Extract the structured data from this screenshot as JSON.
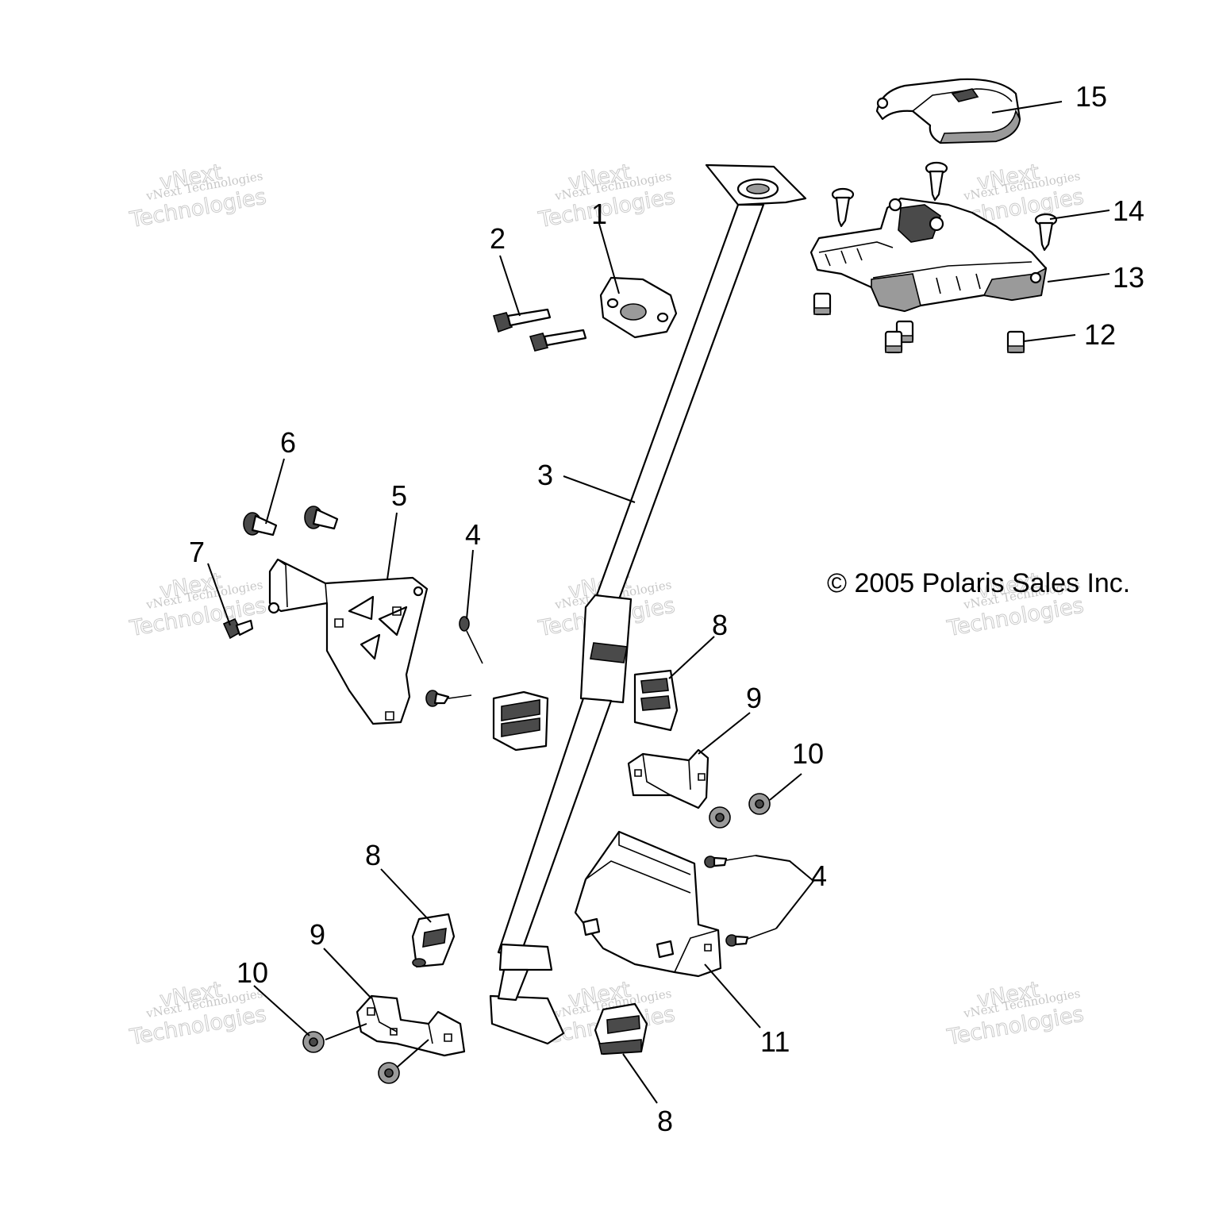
{
  "copyright": "© 2005 Polaris Sales Inc.",
  "watermark": {
    "line1": "vNext Technologies",
    "line2": "vNext",
    "line3": "Technologies"
  },
  "callouts": {
    "c1": "1",
    "c2": "2",
    "c3": "3",
    "c4a": "4",
    "c4b": "4",
    "c5": "5",
    "c6": "6",
    "c7": "7",
    "c8a": "8",
    "c8b": "8",
    "c8c": "8",
    "c9a": "9",
    "c9b": "9",
    "c10a": "10",
    "c10b": "10",
    "c11": "11",
    "c12": "12",
    "c13": "13",
    "c14": "14",
    "c15": "15"
  }
}
